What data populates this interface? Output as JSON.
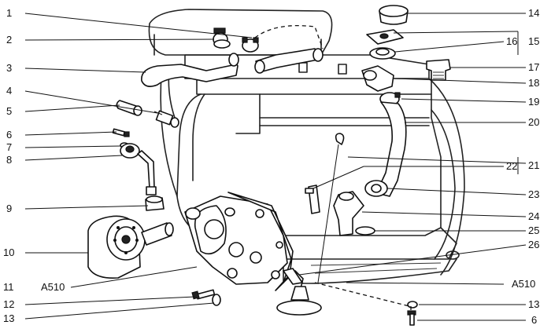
{
  "diagram": {
    "left_callouts": [
      "1",
      "2",
      "3",
      "4",
      "5",
      "6",
      "7",
      "8",
      "9",
      "10",
      "11",
      "12",
      "13"
    ],
    "right_callouts": [
      "14",
      "15",
      "16",
      "17",
      "18",
      "19",
      "20",
      "21",
      "22",
      "23",
      "24",
      "25",
      "26",
      "13",
      "6"
    ],
    "ref_code_left": "A510",
    "ref_code_right": "A510"
  }
}
